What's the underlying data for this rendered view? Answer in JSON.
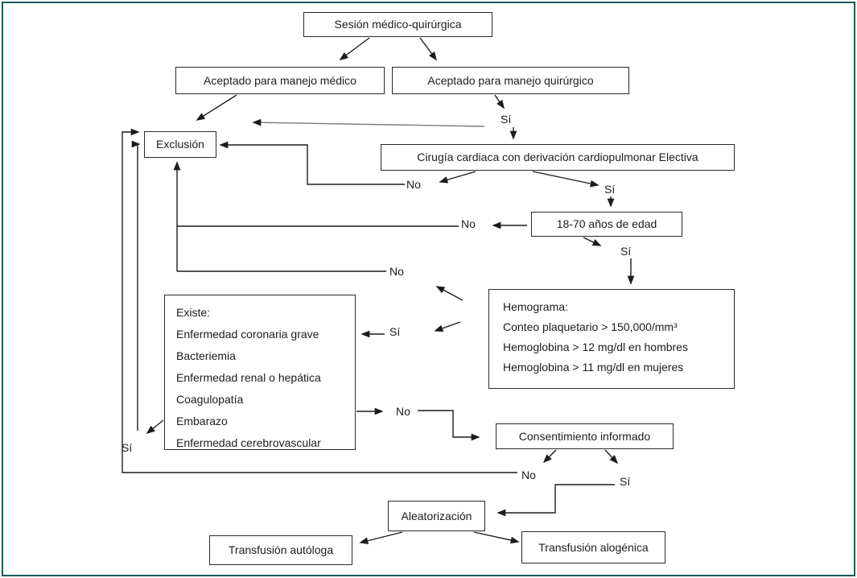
{
  "nodes": {
    "sesion": {
      "label": "Sesión médico-quirúrgica"
    },
    "manejo_medico": {
      "label": "Aceptado para manejo médico"
    },
    "manejo_quirurgico": {
      "label": "Aceptado para manejo quirúrgico"
    },
    "exclusion": {
      "label": "Exclusión"
    },
    "cirugia": {
      "label": "Cirugía cardiaca con derivación cardiopulmonar Electiva"
    },
    "edad": {
      "label": "18-70 años de edad"
    },
    "hemograma": {
      "title": "Hemograma:",
      "lines": [
        "Conteo plaquetario > 150,000/mm³",
        "Hemoglobina > 12 mg/dl en hombres",
        "Hemoglobina > 11 mg/dl en mujeres"
      ]
    },
    "existe": {
      "title": "Existe:",
      "lines": [
        "Enfermedad coronaria grave",
        "Bacteriemia",
        "Enfermedad renal o hepática",
        "Coagulopatía",
        "Embarazo",
        "Enfermedad cerebrovascular"
      ]
    },
    "consentimiento": {
      "label": "Consentimiento informado"
    },
    "aleatorizacion": {
      "label": "Aleatorización"
    },
    "transfusion_autologa": {
      "label": "Transfusión autóloga"
    },
    "transfusion_alogenica": {
      "label": "Transfusión alogénica"
    }
  },
  "decision_labels": {
    "si_manejo_quirurgico": "Sí",
    "no_cirugia": "No",
    "si_cirugia": "Sí",
    "no_edad": "No",
    "si_edad": "Sí",
    "no_hemograma": "No",
    "si_hemograma": "Sí",
    "no_existe": "No",
    "si_existe": "Sí",
    "no_consentimiento": "No",
    "si_consentimiento": "Sí"
  },
  "colors": {
    "frame_border": "#0d5a60",
    "box_border": "#2a2a2a",
    "line": "#1c1c1c",
    "line_gray": "#7d7d7d",
    "text": "#1c1c1c",
    "background": "#ffffff"
  }
}
